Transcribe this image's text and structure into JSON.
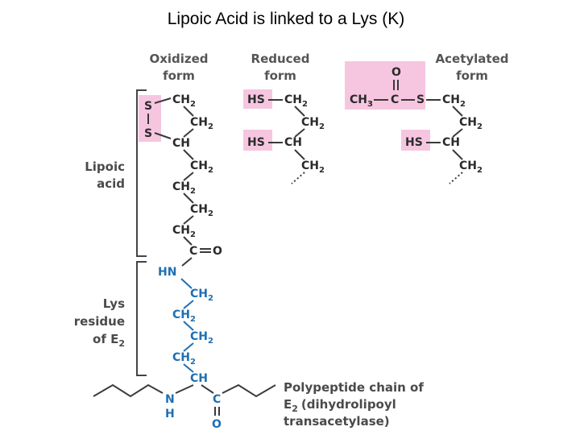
{
  "title": "Lipoic Acid is linked to a Lys (K)",
  "headers": {
    "oxidized": [
      "Oxidized",
      "form"
    ],
    "reduced": [
      "Reduced",
      "form"
    ],
    "acetylated": [
      "Acetylated",
      "form"
    ]
  },
  "labels": {
    "lipoic_acid": [
      "Lipoic",
      "acid"
    ],
    "lys_residue": [
      "Lys",
      "residue",
      "of E"
    ],
    "lys_subscript": "2",
    "polypeptide": [
      "Polypeptide chain of",
      "E",
      "(dihydrolipoyl",
      "transacetylase)"
    ],
    "polypeptide_subscript": "2"
  },
  "atoms": {
    "S": "S",
    "CH2": "CH",
    "CH": "CH",
    "C": "C",
    "O": "O",
    "HN": "HN",
    "N": "N",
    "H": "H",
    "HS": "HS",
    "CH3": "CH",
    "sub2": "2",
    "sub3": "3"
  },
  "colors": {
    "highlight": "#f6c6e0",
    "lysine": "#1f6fb2",
    "atom": "#2b2b2b"
  }
}
